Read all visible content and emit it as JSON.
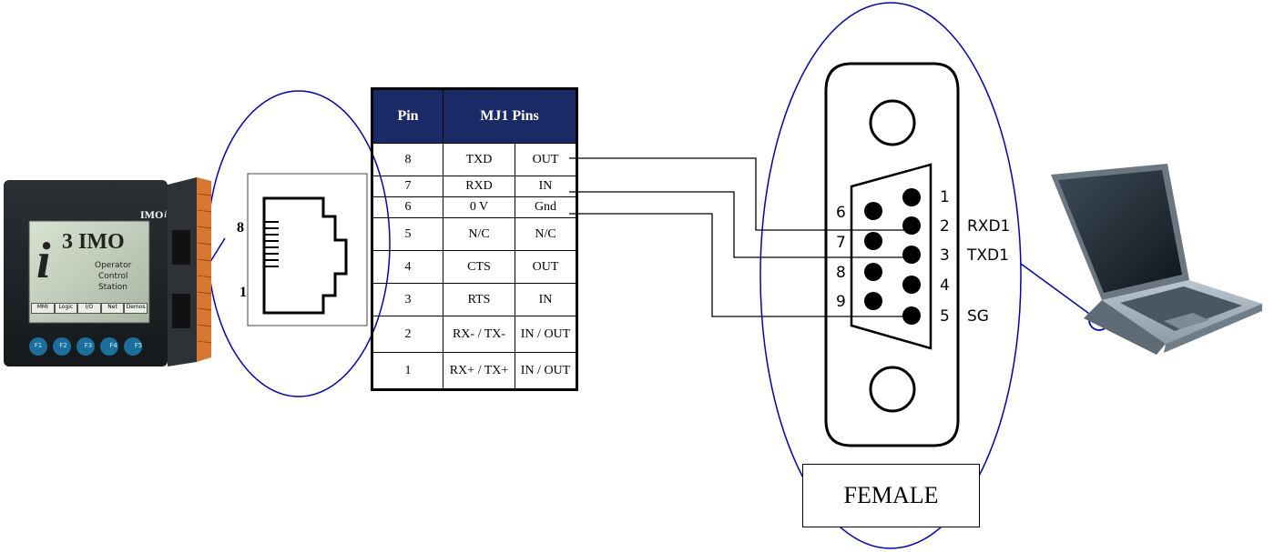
{
  "device": {
    "brand": "IMO",
    "logo_suffix": "i",
    "screen_big": "i",
    "screen_brand": "3 IMO",
    "screen_line1": "Operator",
    "screen_line2": "Control",
    "screen_line3": "Station",
    "tabs": [
      "MMI",
      "Logic",
      "I/O",
      "Net",
      "Demos"
    ],
    "function_keys": [
      "F1",
      "F2",
      "F3",
      "F4",
      "F5"
    ]
  },
  "rj45": {
    "top_pin": "8",
    "bottom_pin": "1"
  },
  "table": {
    "header_pin": "Pin",
    "header_mj1": "MJ1 Pins",
    "rows": [
      {
        "pin": "8",
        "signal": "TXD",
        "dir": "OUT"
      },
      {
        "pin": "7",
        "signal": "RXD",
        "dir": "IN"
      },
      {
        "pin": "6",
        "signal": "0 V",
        "dir": "Gnd"
      },
      {
        "pin": "5",
        "signal": "N/C",
        "dir": "N/C"
      },
      {
        "pin": "4",
        "signal": "CTS",
        "dir": "OUT"
      },
      {
        "pin": "3",
        "signal": "RTS",
        "dir": "IN"
      },
      {
        "pin": "2",
        "signal": "RX- / TX-",
        "dir": "IN / OUT"
      },
      {
        "pin": "1",
        "signal": "RX+ / TX+",
        "dir": "IN / OUT"
      }
    ]
  },
  "db9": {
    "left_pins": [
      "6",
      "7",
      "8",
      "9"
    ],
    "right_pins": [
      "1",
      "2",
      "3",
      "4",
      "5"
    ],
    "signals": {
      "2": "RXD1",
      "3": "TXD1",
      "5": "SG"
    },
    "gender_label": "FEMALE"
  },
  "colors": {
    "callout": "#0000cc",
    "header": "#1a2a66"
  }
}
